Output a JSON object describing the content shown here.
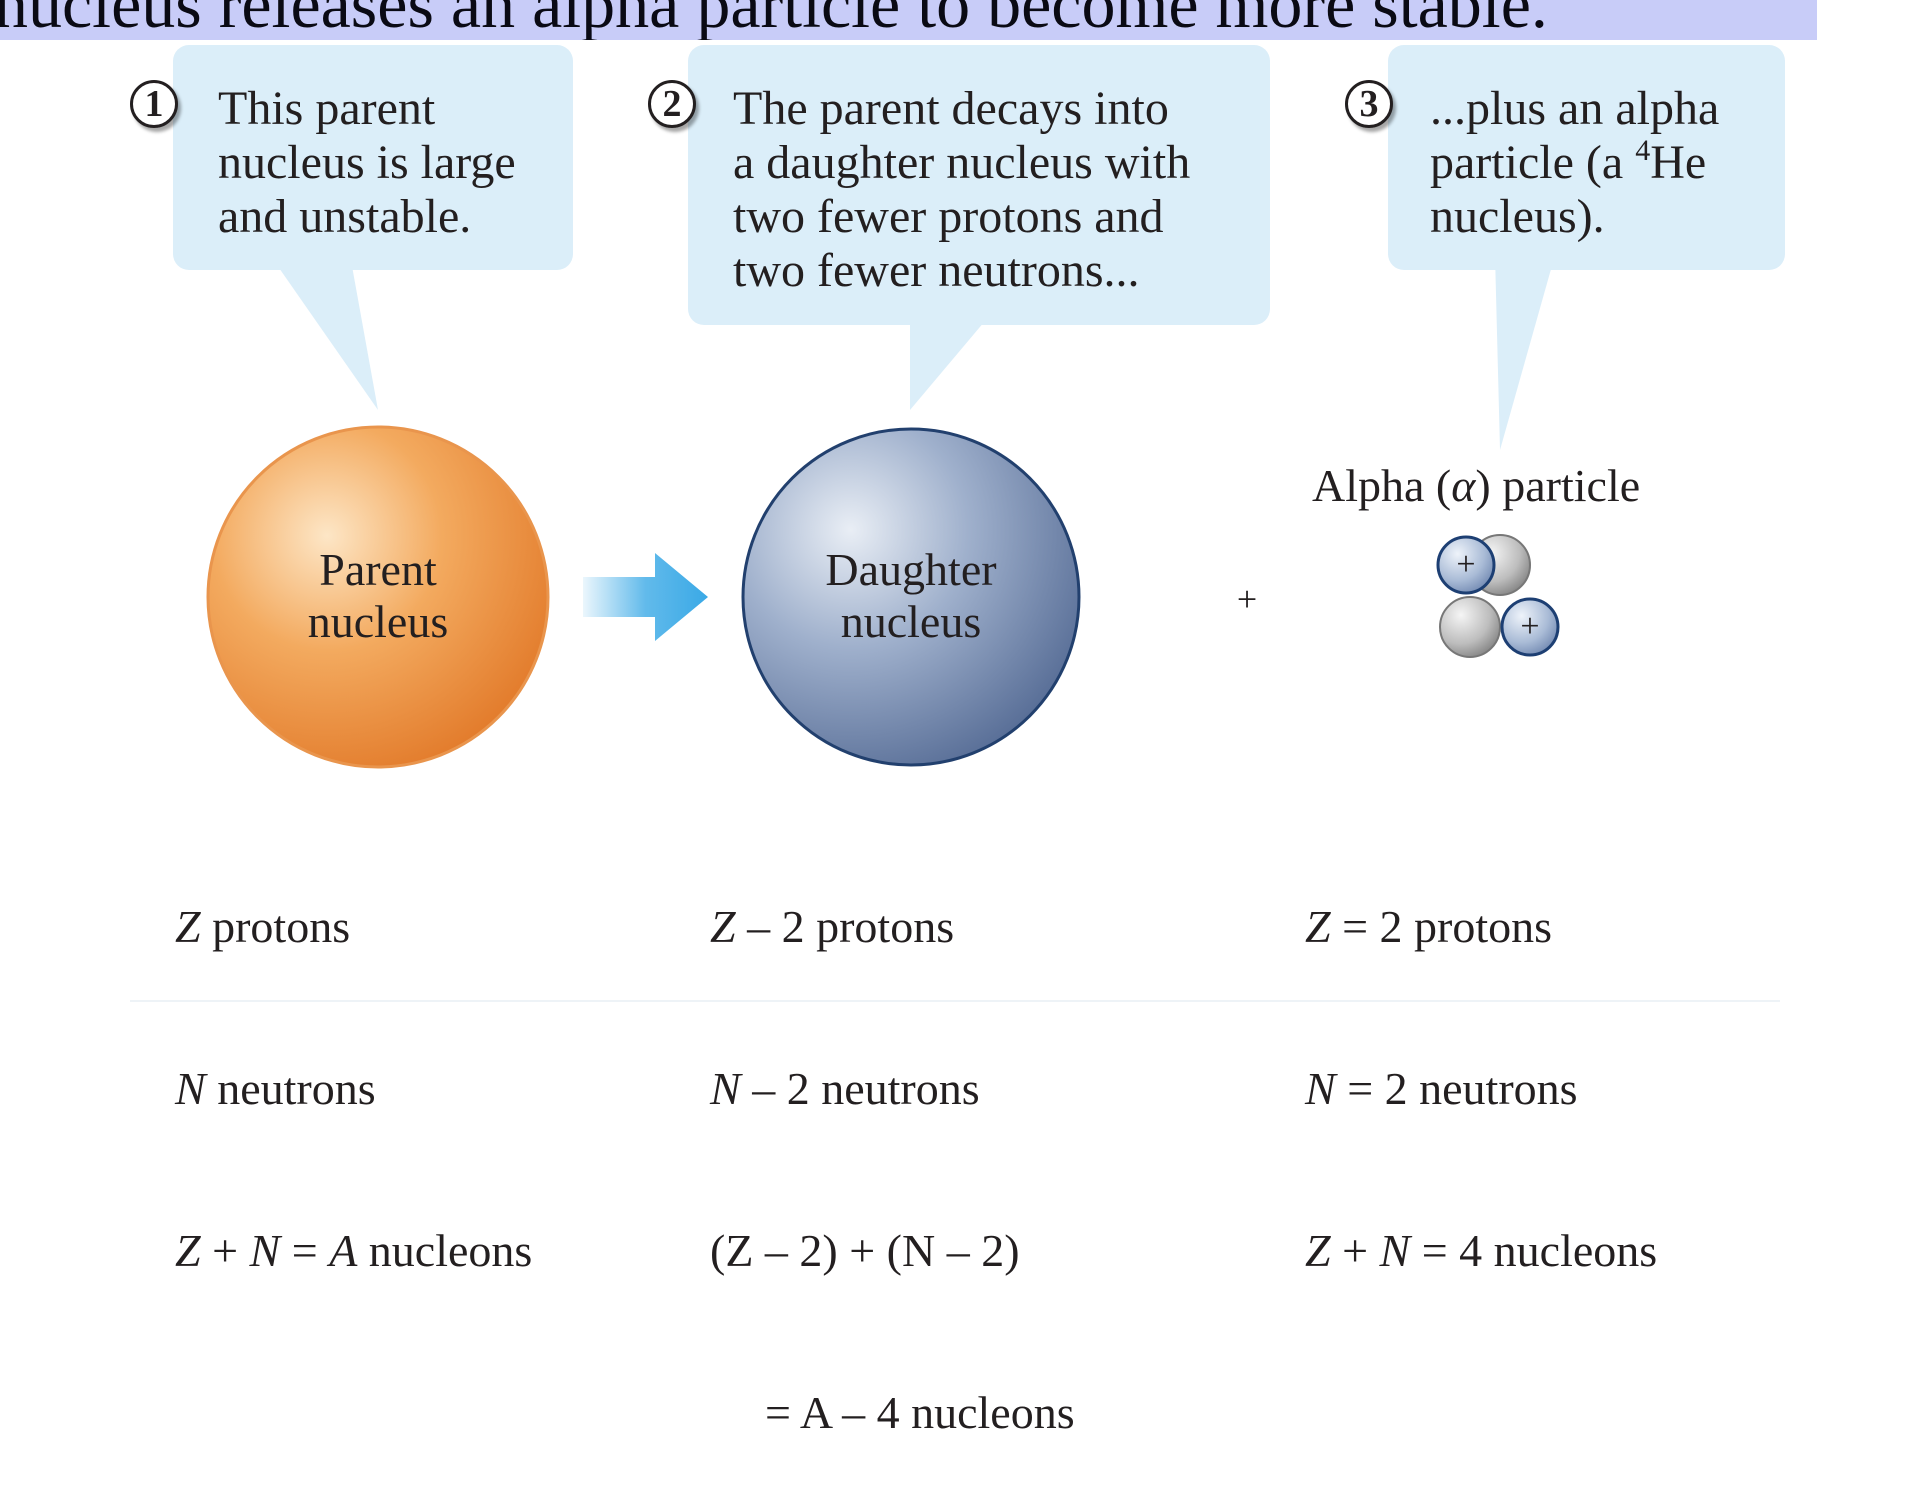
{
  "caption": "nucleus releases an alpha particle to become more stable.",
  "steps": [
    {
      "number": "1",
      "text": "This parent\nnucleus is large\nand unstable."
    },
    {
      "number": "2",
      "text": "The parent decays into\na daughter nucleus with\ntwo fewer protons and\ntwo fewer neutrons..."
    },
    {
      "number": "3",
      "text_before": "...plus an alpha\nparticle (a ",
      "superscript": "4",
      "text_after": "He\nnucleus)."
    }
  ],
  "nuclei": {
    "parent_label": "Parent\nnucleus",
    "daughter_label": "Daughter\nnucleus",
    "alpha_label_before": "Alpha (",
    "alpha_symbol": "α",
    "alpha_label_after": ") particle",
    "plus_sign": "+",
    "proton_sign": "+"
  },
  "facts": {
    "parent": [
      {
        "var": "Z",
        "rest": " protons"
      },
      {
        "var": "N",
        "rest": " neutrons"
      },
      {
        "pre": "",
        "var": "Z",
        "mid": " + ",
        "var2": "N",
        "mid2": " = ",
        "var3": "A",
        "rest": " nucleons"
      }
    ],
    "daughter": [
      {
        "var": "Z",
        "rest": " – 2 protons"
      },
      {
        "var": "N",
        "rest": " – 2 neutrons"
      },
      {
        "line": "(Z – 2) + (N – 2)"
      },
      {
        "line": "= A – 4 nucleons"
      }
    ],
    "alpha": [
      {
        "var": "Z",
        "rest": " = 2 protons"
      },
      {
        "var": "N",
        "rest": " = 2 neutrons"
      },
      {
        "var": "Z",
        "mid": " + ",
        "var2": "N",
        "rest": " = 4 nucleons"
      }
    ]
  },
  "colors": {
    "bubble": "#dbeef9",
    "parent_nucleus": "#ee9a4c",
    "daughter_nucleus": "#7e92b8",
    "arrow": "#3aa9e6",
    "caption_band": "#c8ccf8"
  }
}
